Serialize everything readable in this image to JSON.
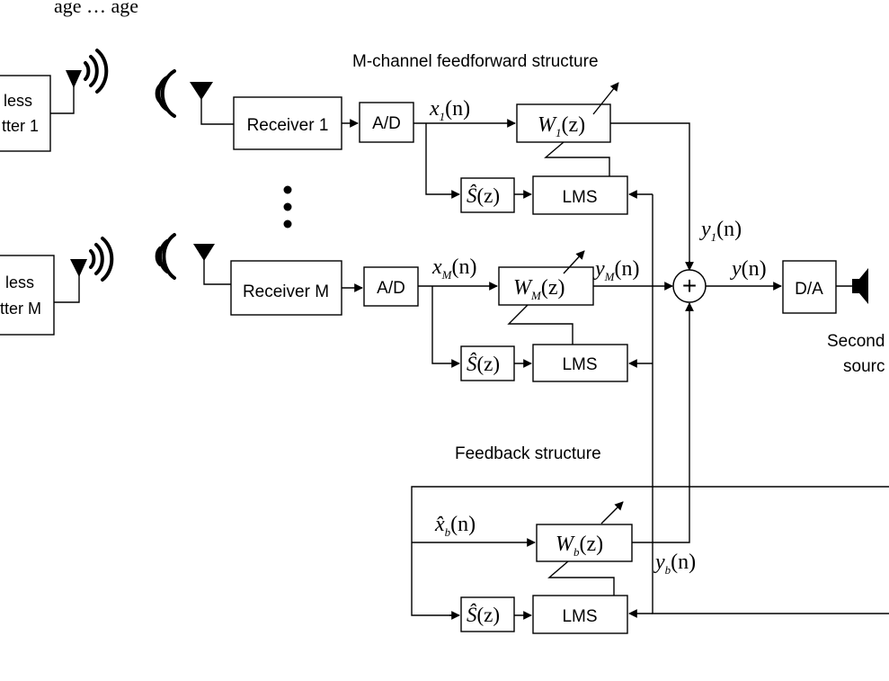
{
  "figure": {
    "top_text": "age … age"
  },
  "labels": {
    "feedforward_title": "M-channel feedforward structure",
    "feedback_title": "Feedback structure",
    "secondary_line1": "Second",
    "secondary_line2": "sourc"
  },
  "transmitters": [
    {
      "line1": "less",
      "line2": "tter 1"
    },
    {
      "line1": "less",
      "line2": "tter M"
    }
  ],
  "blocks": {
    "receiver_1": "Receiver 1",
    "receiver_m": "Receiver M",
    "ad_1": "A/D",
    "ad_m": "A/D",
    "lms_1": "LMS",
    "lms_m": "LMS",
    "lms_b": "LMS",
    "da": "D/A",
    "sum": "+"
  },
  "filters": {
    "w1": {
      "base": "W",
      "sub": "1",
      "arg": "(z)"
    },
    "wm": {
      "base": "W",
      "sub": "M",
      "arg": "(z)"
    },
    "wb": {
      "base": "W",
      "sub": "b",
      "arg": "(z)"
    },
    "s_hat": {
      "base": "Ŝ",
      "arg": "(z)"
    }
  },
  "signals": {
    "x1": {
      "base": "x",
      "sub": "1",
      "arg": "(n)"
    },
    "xm": {
      "base": "x",
      "sub": "M",
      "arg": "(n)"
    },
    "ym": {
      "base": "y",
      "sub": "M",
      "arg": "(n)"
    },
    "y1": {
      "base": "y",
      "sub": "1",
      "arg": "(n)"
    },
    "y": {
      "base": "y",
      "arg": "(n)"
    },
    "xb_hat": {
      "base": "x̂",
      "sub": "b",
      "arg": "(n)"
    },
    "yb": {
      "base": "y",
      "sub": "b",
      "arg": "(n)"
    }
  },
  "icons": [
    "wireless-waves-icon",
    "antenna-icon",
    "speaker-icon",
    "vertical-ellipsis-icon"
  ]
}
